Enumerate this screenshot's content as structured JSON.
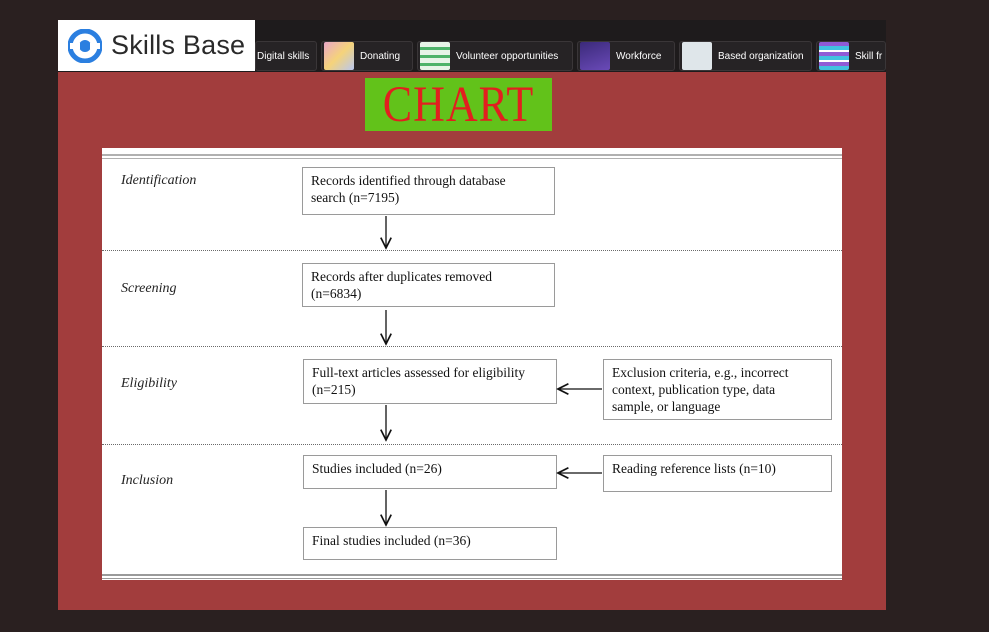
{
  "header": {
    "logo_text": "Skills Base",
    "chips": [
      {
        "label": "Digital skills"
      },
      {
        "label": "Donating"
      },
      {
        "label": "Volunteer opportunities"
      },
      {
        "label": "Workforce"
      },
      {
        "label": "Based organization"
      },
      {
        "label": "Skill fr"
      }
    ]
  },
  "banner": {
    "text": "CHART"
  },
  "diagram": {
    "stages": [
      "Identification",
      "Screening",
      "Eligibility",
      "Inclusion"
    ],
    "boxes": {
      "identified": {
        "line1": "Records identified through database",
        "line2": "search (n=7195)"
      },
      "screened": {
        "line1": "Records after duplicates removed",
        "line2": "(n=6834)"
      },
      "eligibility": {
        "line1": "Full-text articles assessed for eligibility",
        "line2": "(n=215)"
      },
      "exclusion": {
        "line1": "Exclusion criteria, e.g., incorrect",
        "line2": "context, publication type, data",
        "line3": "sample, or language"
      },
      "included": {
        "line1": "Studies included (n=26)"
      },
      "reference": {
        "line1": "Reading reference lists (n=10)"
      },
      "final": {
        "line1": "Final studies included (n=36)"
      }
    }
  },
  "colors": {
    "frame": "#a23d3d",
    "banner_bg": "#62c21a",
    "banner_text": "#e21f1f",
    "logo_accent": "#2b7fe0"
  }
}
